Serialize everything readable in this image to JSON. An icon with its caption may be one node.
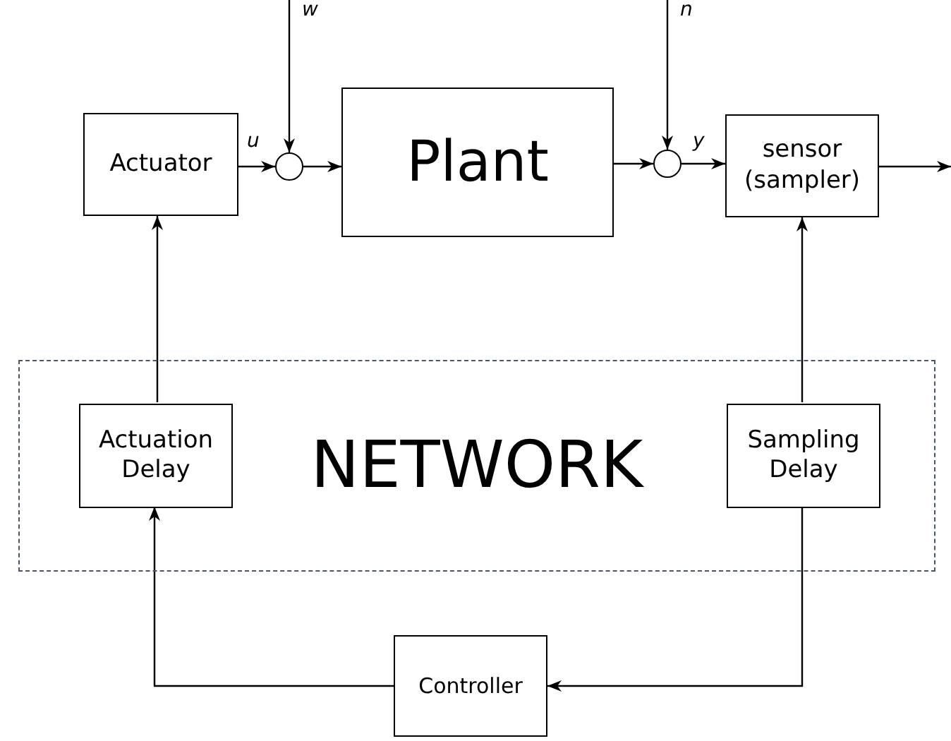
{
  "diagram": {
    "nodes": [
      {
        "text": [
          "Actuator"
        ]
      },
      {
        "text": [],
        "shape": "circle"
      },
      {
        "text": [
          "Plant"
        ]
      },
      {
        "text": [],
        "shape": "circle"
      },
      {
        "text": [
          "sensor (sampler)"
        ]
      },
      {
        "text": [
          "NETWORK"
        ]
      },
      {
        "text": [
          "Actuation Delay"
        ],
        "in": 5
      },
      {
        "text": [
          "Sampling Delay"
        ],
        "in": 5
      },
      {
        "text": [
          "Controller"
        ]
      }
    ],
    "edges": [
      {
        "from": 0,
        "to": 1,
        "arrow": "to",
        "label": "u"
      },
      {
        "from": null,
        "to": 1,
        "arrow": "to",
        "label": "w"
      },
      {
        "from": 1,
        "to": 2,
        "arrow": "to"
      },
      {
        "from": 2,
        "to": 3,
        "arrow": "to"
      },
      {
        "from": null,
        "to": 3,
        "arrow": "to",
        "label": "n"
      },
      {
        "from": 3,
        "to": 4,
        "arrow": "to",
        "label": "y"
      },
      {
        "from": 4,
        "to": null,
        "arrow": "to"
      },
      {
        "from": 6,
        "to": 0,
        "arrow": "to"
      },
      {
        "from": 7,
        "to": 4,
        "arrow": "to"
      },
      {
        "from": 8,
        "to": 6,
        "arrow": "to"
      },
      {
        "from": 7,
        "to": 8,
        "arrow": "to"
      }
    ]
  }
}
